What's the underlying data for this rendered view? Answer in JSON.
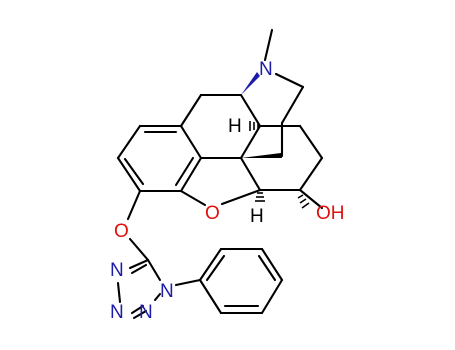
{
  "molecule": {
    "atom_labels": {
      "n_methyl": "N",
      "ring_oxygen": "O",
      "hydroxyl": "OH",
      "ether_oxygen": "O",
      "tetrazole_n1": "N",
      "tetrazole_n2": "N",
      "tetrazole_n3": "N",
      "tetrazole_n4": "N",
      "stereo_h_upper": "H",
      "stereo_h_lower": "H"
    },
    "colors": {
      "bond": "#000000",
      "nitrogen": "#1c1ca8",
      "oxygen": "#e0100c",
      "carbon_label": "#000000"
    }
  }
}
